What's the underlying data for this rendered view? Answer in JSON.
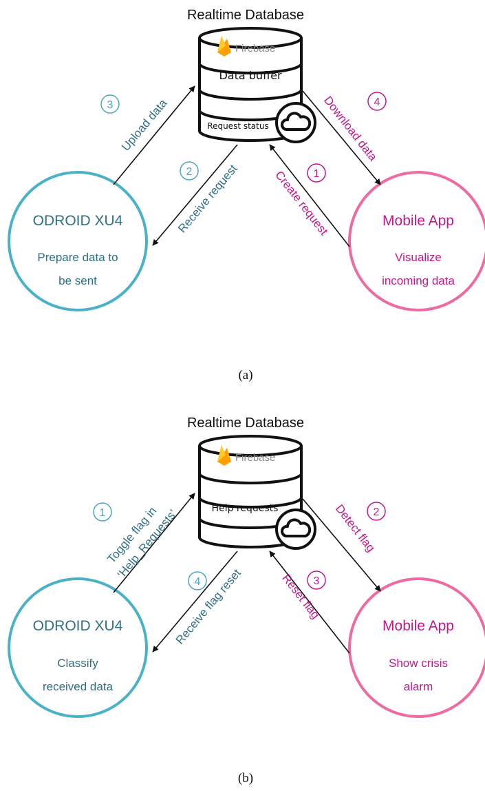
{
  "colors": {
    "teal": "#2e6f82",
    "teal_circle": "#4bb1c7",
    "teal_num": "#4aa8c0",
    "magenta": "#c2188c",
    "pink_circle": "#ee6aa0",
    "dark": "#111111",
    "firebase_orange": "#f5a623",
    "firebase_yellow": "#ffca28"
  },
  "panel_a": {
    "title": "Realtime Database",
    "db_brand": "Firebase",
    "db_row1": "Data buffer",
    "db_row2": "Request status",
    "left_node": {
      "title": "ODROID XU4",
      "line1": "Prepare data to",
      "line2": "be sent"
    },
    "right_node": {
      "title": "Mobile App",
      "line1": "Visualize",
      "line2": "incoming data"
    },
    "edges": {
      "upload": {
        "num": "3",
        "label": "Upload data"
      },
      "receive": {
        "num": "2",
        "label": "Receive request"
      },
      "create": {
        "num": "1",
        "label": "Create request"
      },
      "download": {
        "num": "4",
        "label": "Download data"
      }
    },
    "caption": "(a)"
  },
  "panel_b": {
    "title": "Realtime Database",
    "db_brand": "Firebase",
    "db_row1": "Help requests",
    "left_node": {
      "title": "ODROID XU4",
      "line1": "Classify",
      "line2": "received data"
    },
    "right_node": {
      "title": "Mobile App",
      "line1": "Show crisis",
      "line2": "alarm"
    },
    "edges": {
      "toggle": {
        "num": "1",
        "label_line1": "Toggle flag in",
        "label_line2": "‘Help_Requests’"
      },
      "receive": {
        "num": "4",
        "label": "Receive flag reset"
      },
      "reset": {
        "num": "3",
        "label": "Reset flag"
      },
      "detect": {
        "num": "2",
        "label": "Detect flag"
      }
    },
    "caption": "(b)"
  }
}
